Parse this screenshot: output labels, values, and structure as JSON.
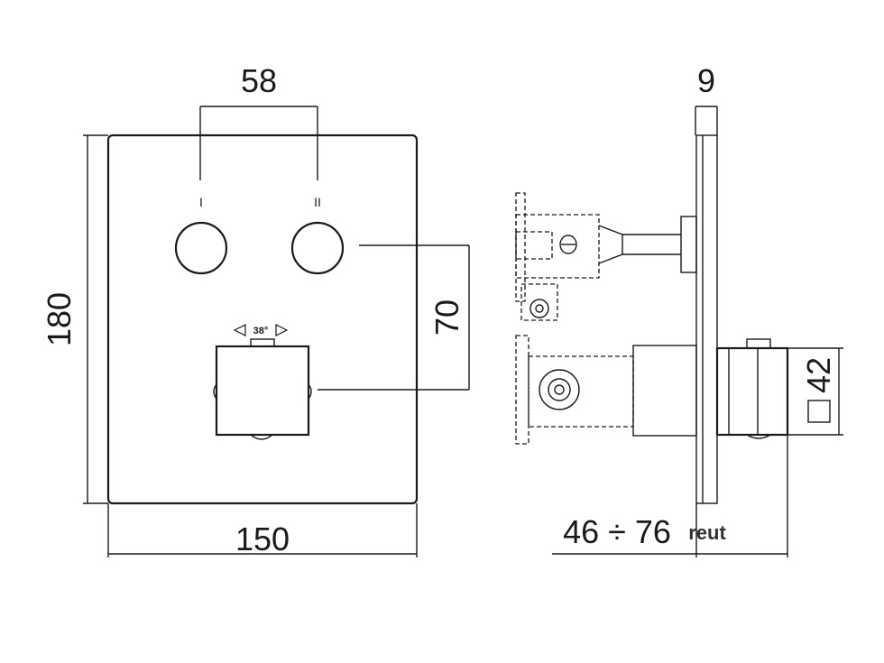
{
  "front_view": {
    "dim_spacing": "58",
    "dim_height": "180",
    "dim_width": "150",
    "dim_offset": "70",
    "label_left": "I",
    "label_right": "II",
    "rotation_label": "38°"
  },
  "side_view": {
    "dim_plate": "9",
    "dim_handle": "42",
    "dim_depth": "46 ÷ 76",
    "brand": "reut"
  }
}
